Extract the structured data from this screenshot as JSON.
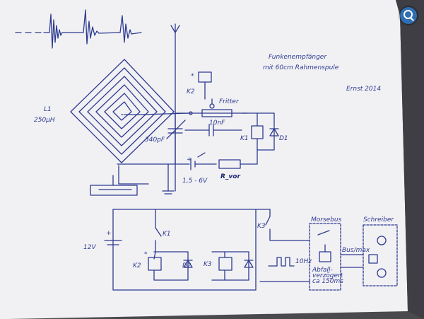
{
  "title": "Funkenempfänger",
  "subtitle": "mit 60cm Rahmenspule",
  "author": "Ernst 2014",
  "coil": {
    "label": "L1",
    "value": "250µH"
  },
  "antenna_cap": "340pF",
  "coherer": "Fritter",
  "cap2": "10nF",
  "battery1": "1,5 - 6V",
  "resistor": "R_vor",
  "relay_k1": "K1",
  "relay_k2": "K2",
  "relay_k3": "K3",
  "diode1": "D1",
  "diode2": "D2",
  "supply": "12V",
  "plus_sign": "+",
  "asterisk": "*",
  "pulse_freq": "10Hz",
  "morse_box_label": "Morsebus",
  "morse_box_sub1": "Abfall-",
  "morse_box_sub2": "verzögert",
  "morse_box_sub3": "ca 150ms",
  "writer_label": "Schreiber",
  "bus_label": "Bus/max",
  "colors": {
    "ink": "#2e3a8f",
    "paper": "#f4f4f6"
  }
}
